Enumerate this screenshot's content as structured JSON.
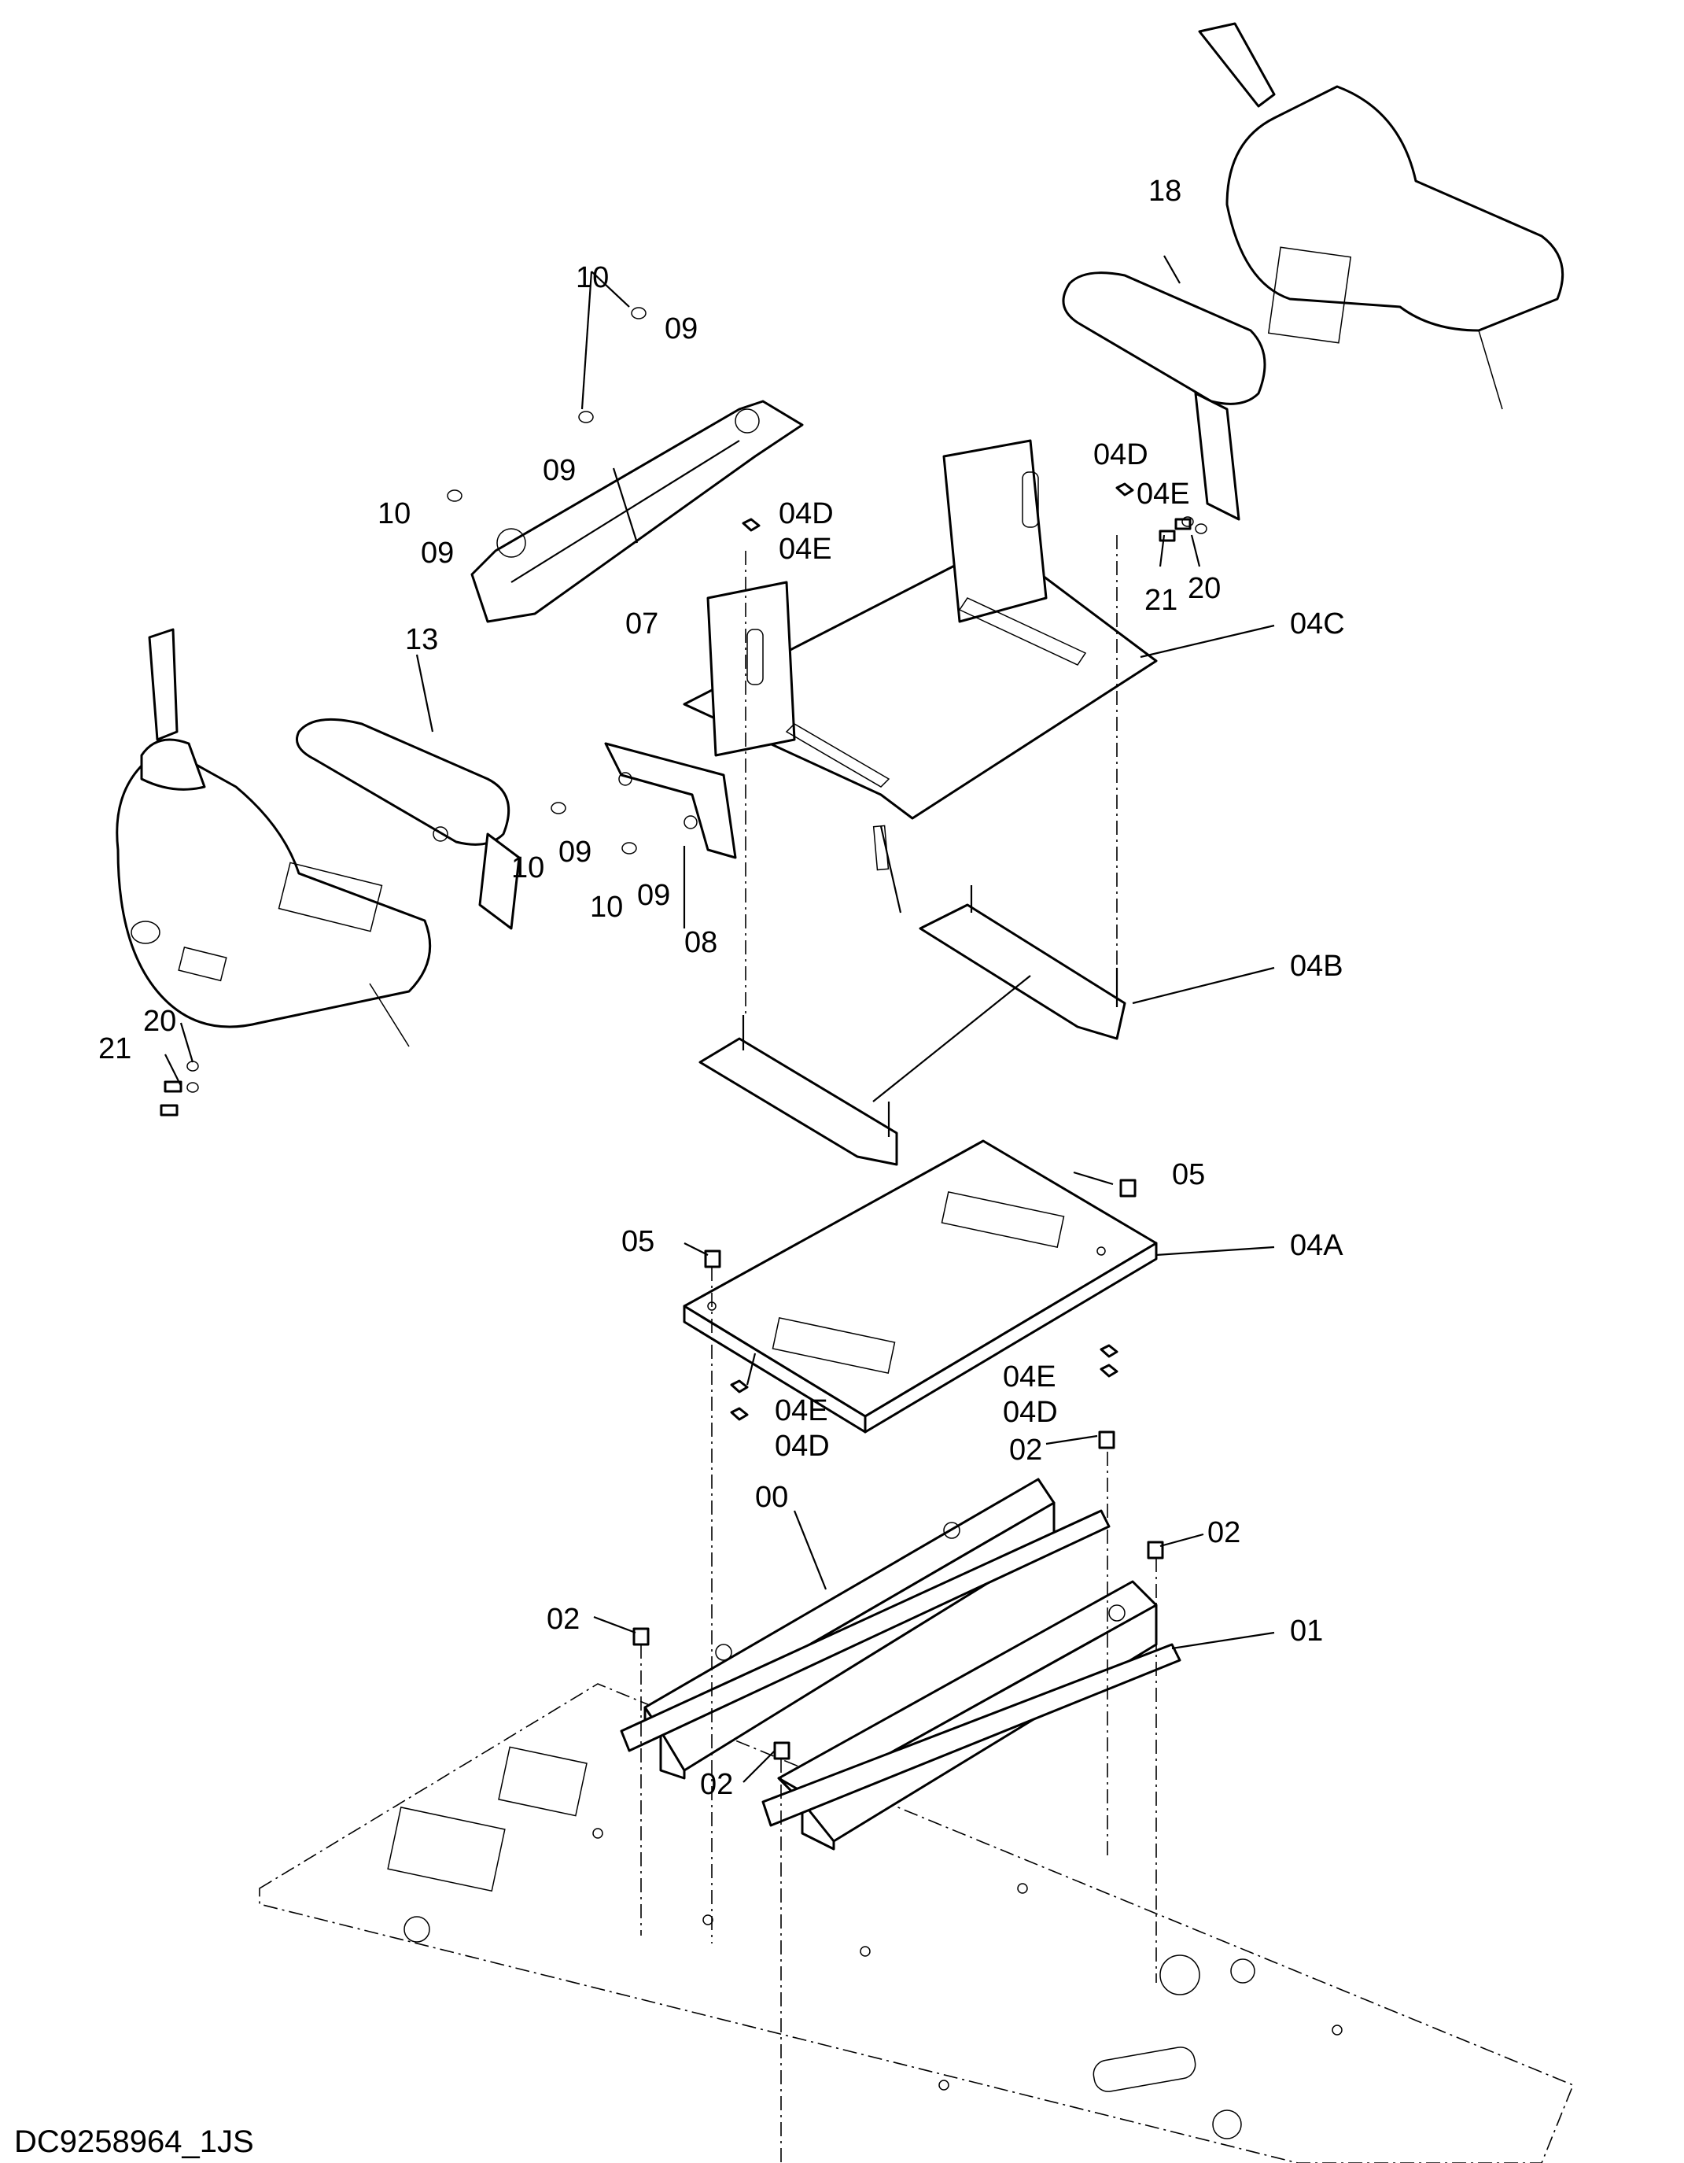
{
  "document_id": "DC9258964_1JS",
  "callouts": {
    "c00": "00",
    "c01": "01",
    "c02a": "02",
    "c02b": "02",
    "c02c": "02",
    "c02d": "02",
    "c04A": "04A",
    "c04B": "04B",
    "c04C": "04C",
    "c04D_top1": "04D",
    "c04E_top1": "04E",
    "c04D_top2": "04D",
    "c04E_top2": "04E",
    "c04E_bot1": "04E",
    "c04D_bot1": "04D",
    "c04E_bot2": "04E",
    "c04D_bot2": "04D",
    "c05a": "05",
    "c05b": "05",
    "c07": "07",
    "c08": "08",
    "c09a": "09",
    "c09b": "09",
    "c09c": "09",
    "c09d": "09",
    "c09e": "09",
    "c10a": "10",
    "c10b": "10",
    "c10c": "10",
    "c10d": "10",
    "c13": "13",
    "c18": "18",
    "c20a": "20",
    "c20b": "20",
    "c21a": "21",
    "c21b": "21"
  }
}
